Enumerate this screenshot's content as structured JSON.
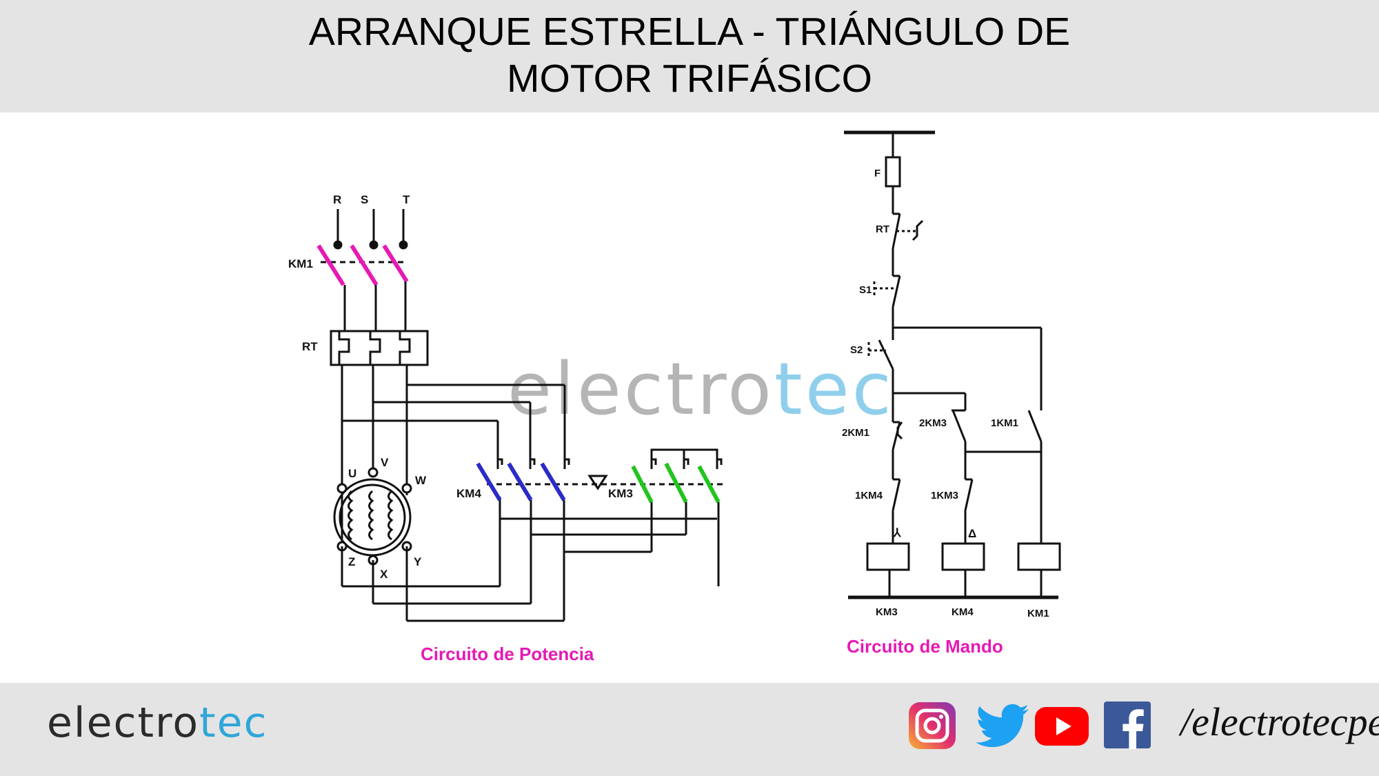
{
  "title": {
    "line1": "ARRANQUE ESTRELLA - TRIÁNGULO DE",
    "line2": "MOTOR TRIFÁSICO"
  },
  "power_circuit": {
    "caption": "Circuito de Potencia",
    "phases": [
      "R",
      "S",
      "T"
    ],
    "labels": {
      "km1": "KM1",
      "rt": "RT",
      "km4": "KM4",
      "km3": "KM3"
    },
    "motor_terminals": {
      "u": "U",
      "v": "V",
      "w": "W",
      "z": "Z",
      "x": "X",
      "y": "Y"
    }
  },
  "control_circuit": {
    "caption": "Circuito de Mando",
    "labels": {
      "f": "F",
      "rt": "RT",
      "s1": "S1",
      "s2": "S2",
      "c2km1": "2KM1",
      "c2km3": "2KM3",
      "c1km1": "1KM1",
      "c1km4": "1KM4",
      "c1km3": "1KM3",
      "star_symbol": "⅄",
      "delta_symbol": "Δ"
    },
    "coils": [
      "KM3",
      "KM4",
      "KM1"
    ]
  },
  "watermark": {
    "part1": "electro",
    "part2": "tec"
  },
  "footer": {
    "brand_part1": "electro",
    "brand_part2": "tec",
    "handle": "/electrotecpe",
    "social_icons": [
      "instagram-icon",
      "twitter-icon",
      "youtube-icon",
      "facebook-icon"
    ]
  },
  "colors": {
    "km1_contacts": "#e619b4",
    "km4_contacts": "#2b2bc8",
    "km3_contacts": "#22c41e",
    "caption": "#e619b4",
    "brand_accent": "#2fa6d9"
  }
}
